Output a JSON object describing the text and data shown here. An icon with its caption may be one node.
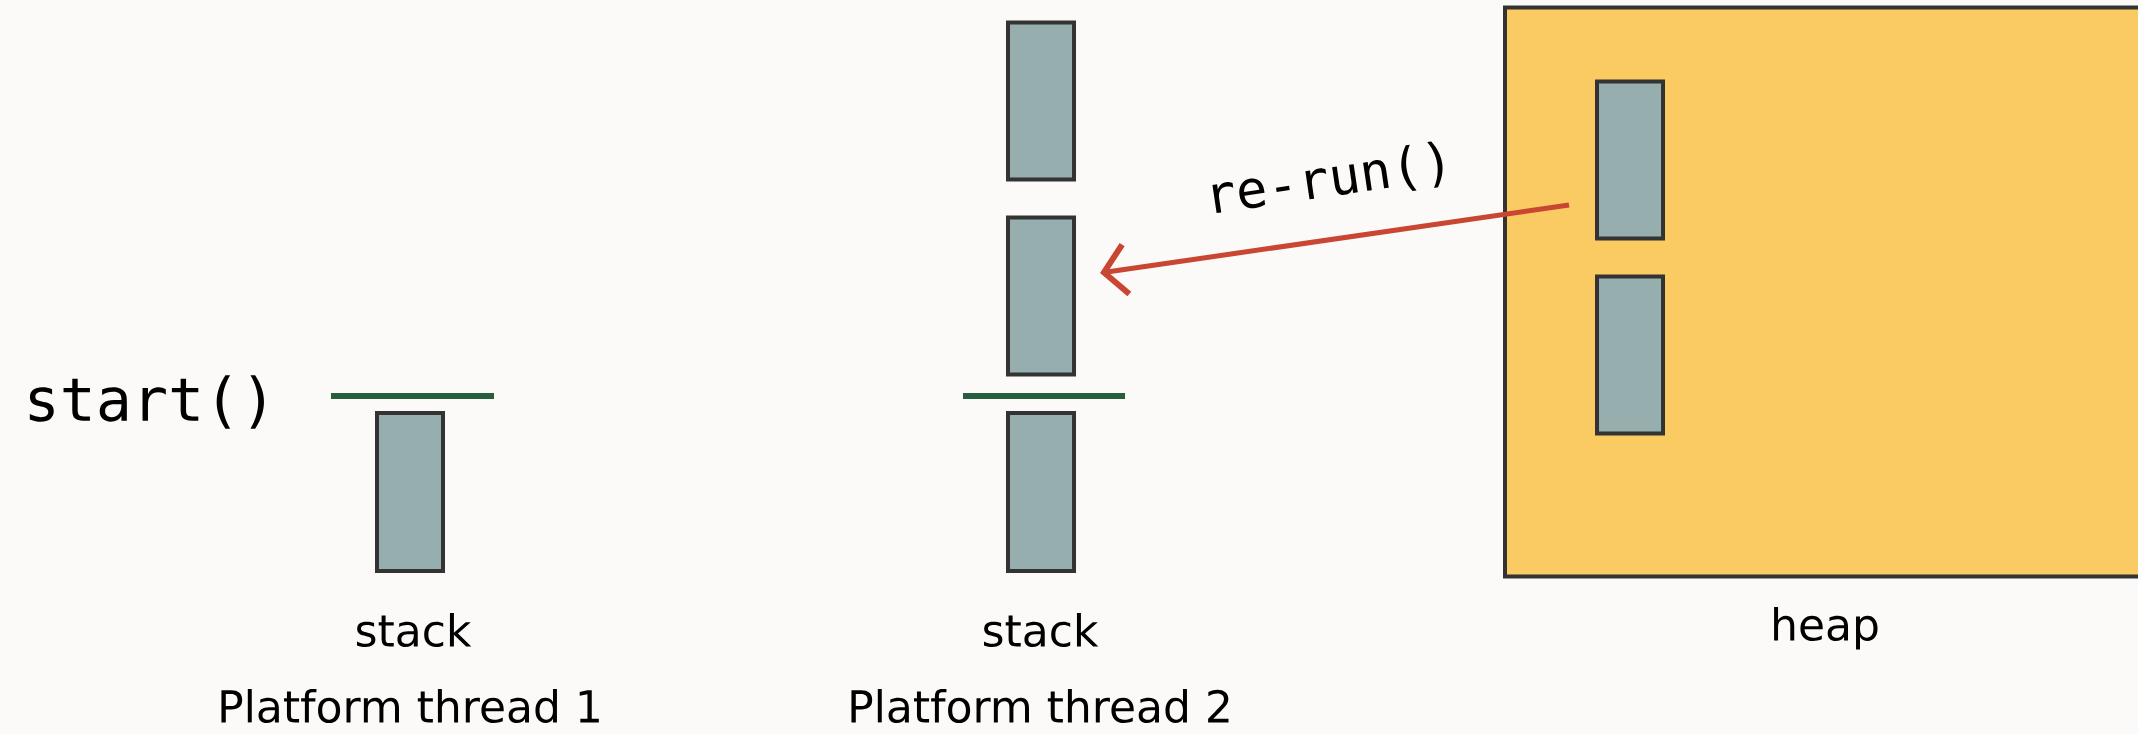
{
  "diagram": {
    "nodes": [
      {
        "text": [],
        "shape": "box"
      },
      {
        "text": [],
        "shape": "box"
      },
      {
        "text": [],
        "shape": "box"
      },
      {
        "text": [],
        "shape": "box"
      },
      {
        "text": [
          "heap"
        ]
      },
      {
        "text": [],
        "shape": "box",
        "in": 4
      },
      {
        "text": [],
        "shape": "box",
        "in": 4
      }
    ],
    "edges": [
      {
        "from": 5,
        "to": 2,
        "arrow": "to",
        "label": "re-run()"
      }
    ],
    "labels": [
      "start()",
      "stack",
      "stack",
      "Platform thread 1",
      "Platform thread 2"
    ]
  }
}
